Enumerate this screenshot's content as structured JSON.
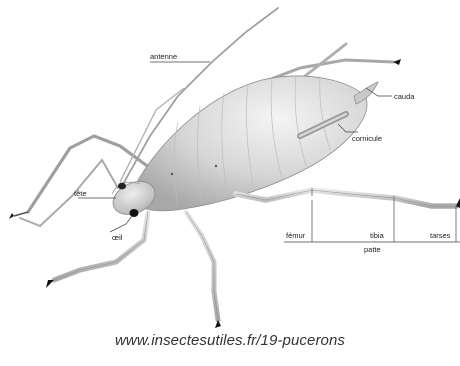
{
  "labels": {
    "antenna": "antenne",
    "cauda": "cauda",
    "cornicle": "cornicule",
    "head": "tête",
    "eye": "œil",
    "femur": "fémur",
    "tibia": "tibia",
    "tarsus": "tarses",
    "leg": "patte"
  },
  "caption": "www.insectesutiles.fr/19-pucerons",
  "colors": {
    "body_light": "#e6e6e6",
    "body_mid": "#c4c4c4",
    "body_dark": "#9a9a9a",
    "claw": "#111111",
    "leader": "#444444"
  }
}
